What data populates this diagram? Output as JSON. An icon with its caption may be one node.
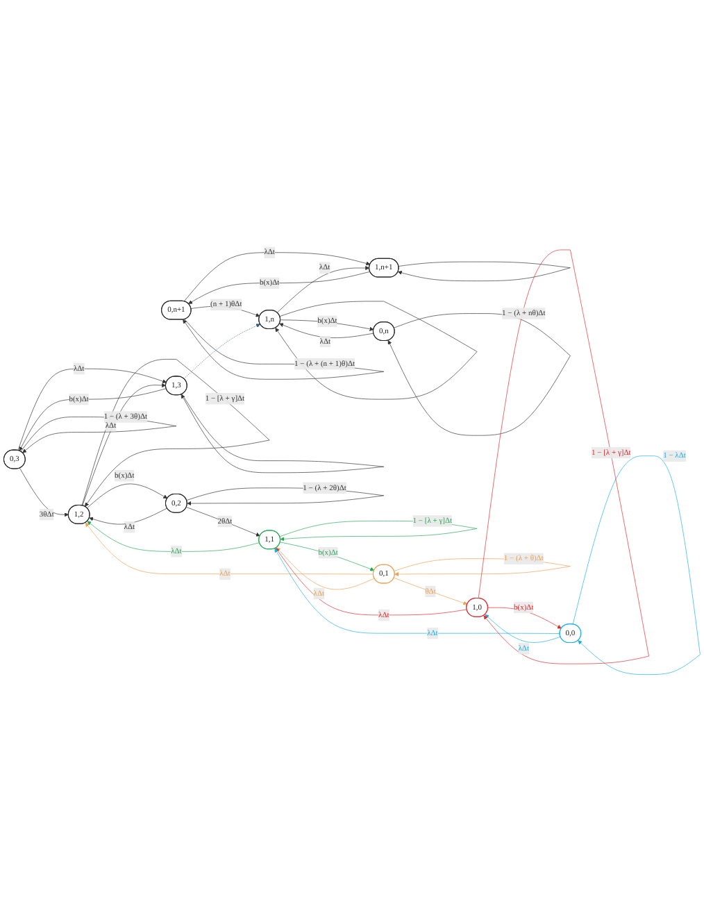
{
  "diagram": {
    "nodes": [
      {
        "text": [
          "0,n+1"
        ]
      },
      {
        "text": [
          "1,n+1"
        ]
      },
      {
        "text": [
          "0,n"
        ]
      },
      {
        "text": [
          "1,n"
        ]
      },
      {
        "text": [
          "0,3"
        ]
      },
      {
        "text": [
          "1,3"
        ]
      },
      {
        "text": [
          "0,2"
        ]
      },
      {
        "text": [
          "1,2"
        ]
      },
      {
        "text": [
          "0,1"
        ]
      },
      {
        "text": [
          "1,1"
        ]
      },
      {
        "text": [
          "0,0"
        ]
      },
      {
        "text": [
          "1,0"
        ]
      }
    ],
    "edges": [
      {
        "from": 0,
        "to": 1,
        "arrow": "to",
        "label": "λΔt"
      },
      {
        "from": 1,
        "to": 0,
        "arrow": "to",
        "label": "b(x)Δt"
      },
      {
        "from": 0,
        "to": 3,
        "arrow": "to",
        "label": "(n + 1)θΔt"
      },
      {
        "from": 0,
        "to": 0,
        "arrow": "to",
        "label": "1 − (λ + (n + 1)θ)Δt"
      },
      {
        "from": 1,
        "to": 1,
        "arrow": "to"
      },
      {
        "from": 3,
        "to": 1,
        "arrow": "to",
        "label": "λΔt"
      },
      {
        "from": 2,
        "to": 3,
        "arrow": "to",
        "label": "λΔt"
      },
      {
        "from": 3,
        "to": 2,
        "arrow": "to",
        "label": "b(x)Δt"
      },
      {
        "from": 2,
        "to": 2,
        "arrow": "to",
        "label": "1 − (λ + nθ)Δt"
      },
      {
        "from": 3,
        "to": 3,
        "arrow": "to"
      },
      {
        "from": 5,
        "to": 3,
        "arrow": "to",
        "style": "dashed",
        "color": "#2e5f8a"
      },
      {
        "from": 4,
        "to": 5,
        "arrow": "to",
        "label": "λΔt"
      },
      {
        "from": 5,
        "to": 4,
        "arrow": "to",
        "label": "b(x)Δt"
      },
      {
        "from": 4,
        "to": 7,
        "arrow": "to",
        "label": "3θΔt"
      },
      {
        "from": 4,
        "to": 4,
        "arrow": "to",
        "label": "1 − (λ + 3θ)Δt"
      },
      {
        "from": 5,
        "to": 5,
        "arrow": "to"
      },
      {
        "from": 7,
        "to": 5,
        "arrow": "to",
        "label": "λΔt"
      },
      {
        "from": 6,
        "to": 7,
        "arrow": "to",
        "label": "λΔt"
      },
      {
        "from": 7,
        "to": 6,
        "arrow": "to",
        "label": "b(x)Δt"
      },
      {
        "from": 6,
        "to": 9,
        "arrow": "to",
        "label": "2θΔt"
      },
      {
        "from": 6,
        "to": 6,
        "arrow": "to",
        "label": "1 − (λ + 2θ)Δt"
      },
      {
        "from": 7,
        "to": 7,
        "arrow": "to",
        "label": "1 − [λ + γ]Δt"
      },
      {
        "from": 9,
        "to": 7,
        "arrow": "to",
        "label": "λΔt",
        "color": "#22aa55"
      },
      {
        "from": 8,
        "to": 7,
        "arrow": "to",
        "label": "λΔt",
        "color": "#f0a050"
      },
      {
        "from": 8,
        "to": 9,
        "arrow": "to",
        "label": "λΔt",
        "color": "#f0a050"
      },
      {
        "from": 9,
        "to": 8,
        "arrow": "to",
        "label": "b(x)Δt",
        "color": "#22aa55"
      },
      {
        "from": 8,
        "to": 11,
        "arrow": "to",
        "label": "θΔt",
        "color": "#f0a050"
      },
      {
        "from": 8,
        "to": 8,
        "arrow": "to",
        "label": "1 − (λ + θ)Δt",
        "color": "#f0a050"
      },
      {
        "from": 9,
        "to": 9,
        "arrow": "to",
        "label": "1 − [λ + γ]Δt",
        "color": "#22aa55"
      },
      {
        "from": 11,
        "to": 9,
        "arrow": "to",
        "label": "λΔt",
        "color": "#e8262a"
      },
      {
        "from": 10,
        "to": 9,
        "arrow": "to",
        "label": "λΔt",
        "color": "#1ab0e8"
      },
      {
        "from": 10,
        "to": 11,
        "arrow": "to",
        "label": "λΔt",
        "color": "#1ab0e8"
      },
      {
        "from": 11,
        "to": 10,
        "arrow": "to",
        "label": "b(x)Δt",
        "color": "#e8262a"
      },
      {
        "from": 10,
        "to": 10,
        "arrow": "to",
        "label": "1 − λΔt",
        "color": "#1ab0e8"
      },
      {
        "from": 11,
        "to": 11,
        "arrow": "to",
        "label": "1 − [λ + γ]Δt",
        "color": "#e8262a"
      }
    ]
  }
}
